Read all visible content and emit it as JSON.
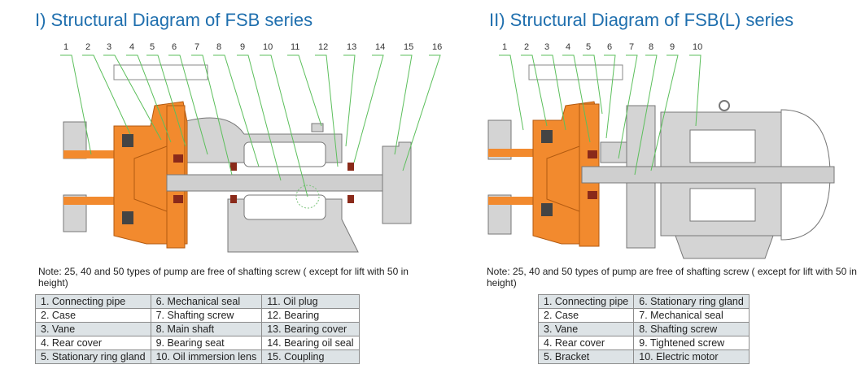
{
  "left": {
    "title": "I) Structural Diagram of FSB series",
    "callouts": [
      "1",
      "2",
      "3",
      "4",
      "5",
      "6",
      "7",
      "8",
      "9",
      "10",
      "11",
      "12",
      "13",
      "14",
      "15",
      "16"
    ],
    "note": "Note: 25, 40 and 50 types of pump are free of shafting screw ( except for lift with 50 in height)",
    "parts": [
      [
        "1. Connecting pipe",
        "6. Mechanical seal",
        "11. Oil plug"
      ],
      [
        "2. Case",
        "7. Shafting screw",
        "12. Bearing"
      ],
      [
        "3. Vane",
        "8. Main shaft",
        "13. Bearing cover"
      ],
      [
        "4. Rear cover",
        "9. Bearing seat",
        "14. Bearing oil seal"
      ],
      [
        "5. Stationary ring gland",
        "10. Oil immersion lens",
        "15. Coupling"
      ]
    ]
  },
  "right": {
    "title": "II) Structural Diagram of FSB(L) series",
    "callouts": [
      "1",
      "2",
      "3",
      "4",
      "5",
      "6",
      "7",
      "8",
      "9",
      "10"
    ],
    "note": "Note: 25, 40 and 50 types of pump are free of shafting screw ( except for lift with 50 in height)",
    "parts": [
      [
        "1. Connecting pipe",
        "6. Stationary ring gland"
      ],
      [
        "2. Case",
        "7. Mechanical seal"
      ],
      [
        "3. Vane",
        "8. Shafting screw"
      ],
      [
        "4. Rear cover",
        "9. Tightened screw"
      ],
      [
        "5. Bracket",
        "10. Electric motor"
      ]
    ]
  },
  "colors": {
    "title": "#1f6fae",
    "liner": "#f28a2e",
    "metal": "#d4d4d4",
    "seal": "#8a2a1a",
    "leader": "#5cbf5c"
  }
}
